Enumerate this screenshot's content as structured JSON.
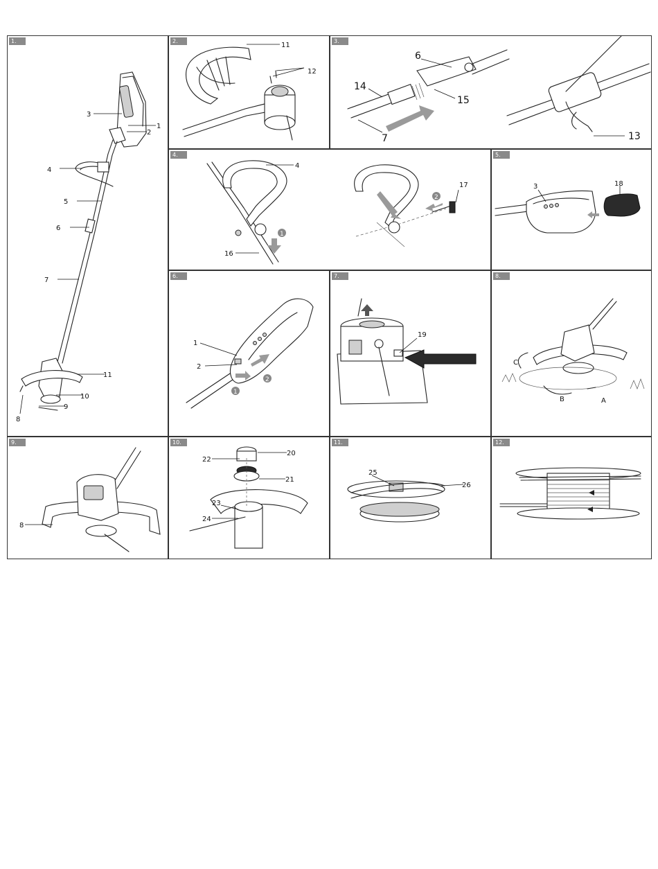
{
  "panels": [
    {
      "id": "1.",
      "labels": [
        "3",
        "1",
        "2",
        "4",
        "5",
        "6",
        "7",
        "11",
        "10",
        "9",
        "8"
      ]
    },
    {
      "id": "2.",
      "labels": [
        "11",
        "12"
      ]
    },
    {
      "id": "3.",
      "labels": [
        "6",
        "14",
        "15",
        "7",
        "13"
      ]
    },
    {
      "id": "4.",
      "labels": [
        "4",
        "16",
        "17"
      ],
      "steps": [
        "1",
        "2"
      ]
    },
    {
      "id": "5.",
      "labels": [
        "3",
        "18"
      ]
    },
    {
      "id": "6.",
      "labels": [
        "1",
        "2"
      ],
      "steps": [
        "1",
        "2"
      ]
    },
    {
      "id": "7.",
      "labels": [
        "19"
      ]
    },
    {
      "id": "8.",
      "labels": [
        "C",
        "B",
        "A"
      ]
    },
    {
      "id": "9.",
      "labels": [
        "8"
      ]
    },
    {
      "id": "10.",
      "labels": [
        "20",
        "22",
        "21",
        "23",
        "24"
      ]
    },
    {
      "id": "11.",
      "labels": [
        "25",
        "26"
      ]
    },
    {
      "id": "12.",
      "labels": []
    }
  ]
}
